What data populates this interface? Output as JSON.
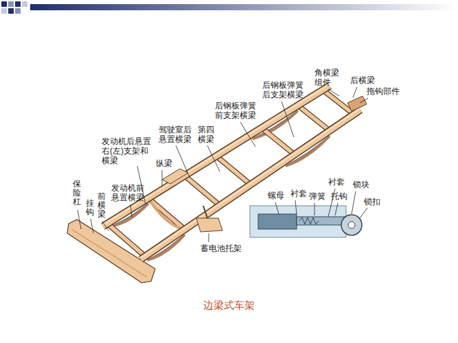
{
  "diagram": {
    "caption": "边梁式车架",
    "labels": [
      "角横梁 组件",
      "后横梁",
      "拖钩部件",
      "后钢板弹簧 后支架横梁",
      "后钢板弹簧 前支架横梁",
      "驾驶室后 悬置横梁",
      "第四 横梁",
      "发动机后悬置 右(左)支架和 横梁",
      "纵梁",
      "发动机前 悬置横梁",
      "保险杠",
      "前横梁",
      "挂钩",
      "衬套",
      "螺母",
      "衬套",
      "弹簧",
      "托钩",
      "锁块",
      "锁扣",
      "蓄电池托架"
    ]
  }
}
